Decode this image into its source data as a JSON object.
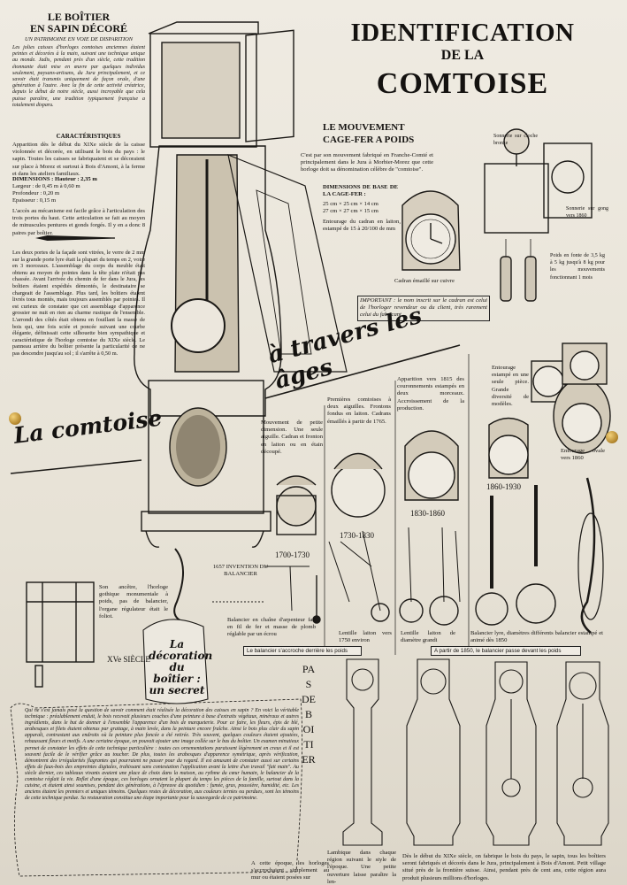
{
  "poster": {
    "main_title": {
      "line1": "IDENTIFICATION",
      "line2": "DE LA",
      "line3": "COMTOISE"
    },
    "boitier": {
      "title1": "LE BOÎTIER",
      "title2": "EN SAPIN DÉCORÉ",
      "subtitle": "UN PATRIMOINE EN VOIE DE DISPARITION",
      "intro": "Les jolies caisses d'horloges comtoises anciennes étaient peintes et décorées à la main, suivant une technique unique au monde. Jadis, pendant près d'un siècle, cette tradition étonnante était mise en œuvre par quelques individus seulement, paysans-artisans, du Jura principalement, et ce savoir était transmis uniquement de façon orale, d'une génération à l'autre. Avec la fin de cette activité créatrice, depuis le début de notre siècle, aussi incroyable que cela puisse paraître, une tradition typiquement française a totalement disparu.",
      "caract_title": "CARACTÉRISTIQUES",
      "caract_text": "Apparition dès le début du XIXe siècle de la caisse violonnée et décorée, en utilisant le bois du pays : le sapin. Toutes les caisses se fabriquaient et se décoraient sur place à Morez et surtout à Bois d'Amont, à la ferme et dans les ateliers familiaux.",
      "dimensions": "DIMENSIONS : Hauteur : 2,35 m",
      "largeur": "Largeur : de 0,45 m à 0,60 m",
      "profondeur": "Profondeur : 0,20 m",
      "epaisseur": "Epaisseur : 0,15 m",
      "acces": "L'accès au mécanisme est facile grâce à l'articulation des trois portes du haut. Cette articulation se fait au moyen de minuscules pentures et gonds forgés. Il y en a donc 8 paires par boîtier.",
      "faces": "Les deux portes de la façade sont vitrées, le verre de 2 mm sur la grande porte lyre était la plupart du temps en 2, voire en 3 morceaux. L'assemblage du corps du meuble était obtenu au moyen de pointes dans la tête plate n'était pas chassée. Avant l'arrivée du chemin de fer dans le Jura, les boîtiers étaient expédiés démontés, le destinataire se chargeait de l'assemblage. Plus tard, les boîtiers étaient livrés tous montés, mais toujours assemblés par pointes. Il est curieux de constater que cet assemblage d'apparence grossier ne nuit en rien au charme rustique de l'ensemble. L'arrondi des côtés était obtenu en fouillant la masse de bois qui, une fois sciée et poncée suivant une courbe élégante, définissait cette silhouette bien sympathique et caractéristique de l'horloge comtoise du XIXe siècle. Le panneau arrière du boîtier présente la particularité de ne pas descendre jusqu'au sol ; il s'arrête à 0,50 m."
    },
    "mouvement": {
      "title1": "LE MOUVEMENT",
      "title2": "CAGE-FER A POIDS",
      "text": "C'est par son mouvement fabriqué en Franche-Comté et principalement dans le Jura à Morbier-Morez que cette horloge doit sa dénomination célèbre de \"comtoise\".",
      "base_title": "DIMENSIONS DE BASE DE LA CAGE-FER :",
      "base1": "25 cm × 25 cm × 14 cm",
      "base2": "27 cm × 27 cm × 15 cm",
      "entourage": "Entourage du cadran en laiton, estampé de 15 à 20/100 de mm",
      "cadran": "Cadran émaillé sur cuivre",
      "important": "IMPORTANT : le nom inscrit sur le cadran est celui de l'horloger revendeur ou du client, très rarement celui du fabricant.",
      "sonnerie_cloche": "Sonnerie sur cloche bronze",
      "sonnerie_gong": "Sonnerie sur gong vers 1860",
      "poids": "Poids en fonte de 3,5 kg à 5 kg jusqu'à 8 kg pour les mouvements fonctionnant 1 mois"
    },
    "ages": {
      "title": "à travers les âges",
      "comtoise": "La comtoise"
    },
    "periods": [
      {
        "label": "1700-1730",
        "text": "Mouvement de petite dimension. Une seule aiguille. Cadran et fronton en laiton ou en étain découpé."
      },
      {
        "label": "1730-1830",
        "text": "Premières comtoises à deux aiguilles. Frontons fondus en laiton. Cadrans émaillés à partir de 1765."
      },
      {
        "label": "1830-1860",
        "text": "Apparition vers 1815 des couronnements estampés en deux morceaux. Accroissement de la production."
      },
      {
        "label": "1860-1930",
        "text": "Entourage estampé en une seule pièce. Grande diversité de modèles."
      }
    ],
    "entourage_ovale": "Entourage ovale vers 1860",
    "xv": {
      "siecle": "XVe SIÈCLE",
      "text": "Son ancêtre, l'horloge gothique monumentale à poids, pas de balancier, l'organe régulateur était le foliot."
    },
    "balancier": {
      "invention": "1657 INVENTION DU BALANCIER",
      "text": "Balancier en chaîne d'arpenteur fait en fil de fer et masse de plomb réglable par un écrou",
      "lentille_laiton": "Lentille laiton vers 1750 environ",
      "lentille_grand": "Lentille laiton de diamètre grandi",
      "lyre": "Balancier lyre, diamètres différents balancier estampé et animé dès 1850",
      "bar1": "Le balancier s'accroche derrière les poids",
      "bar2": "A partir de 1850, le balancier passe devant les poids"
    },
    "decoration": {
      "banner1": "La",
      "banner2": "décoration",
      "banner3": "du boîtier :",
      "banner4": "un secret",
      "text": "Qui ne s'est jamais posé la question de savoir comment était réalisée la décoration des caisses en sapin ? En voici la véritable technique : préalablement enduit, le bois recevait plusieurs couches d'une peinture à base d'extraits végétaux, minéraux et autres ingrédients, dans le but de donner à l'ensemble l'apparence d'un bois de marqueterie. Pour ce faire, les fleurs, épis de blé, arabesques et filets étaient obtenus par grattage, à main levée, dans la peinture encore fraîche. Ainsi le bois plus clair du sapin apparaît, contrastant aux endroits où la peinture plus foncée a été retirée. Très souvent, quelques couleurs étaient ajoutées, rehaussant fleurs et motifs. A une certaine époque, on pouvait ajouter une image collée sur le bas du boîtier. Un examen minutieux permet de constater les effets de cette technique particulière : toutes ces ornementations paraissent légèrement en creux et il est souvent facile de le vérifier grâce au toucher. De plus, toutes les arabesques d'apparence symétrique, après vérification, démontrent des irrégularités flagrantes qui pourraient ne passer pour du regard. Il est amusant de constater aussi sur certains effets de faux-bois des empreintes digitales, trahissant sans contestation l'application avant la lettre d'un travail \"fait main\". Au siècle dernier, ces tableaux vivants avaient une place de choix dans la maison, au rythme du cœur humain, le balancier de la comtoise réglait la vie. Reflet d'une époque, ces horloges ornaient la plupart du temps les pièces de la famille, surtout dans la cuisine, et étaient ainsi soumises, pendant des générations, à l'épreuve du quotidien : fumée, gras, poussière, humidité, etc. Les anciens étaient les premiers et uniques témoins. Quelques restes de décoration, aux couleurs ternies ou perdues, sont les témoins de cette technique perdue. Sa restauration constitue une étape importante pour la sauvegarde de ce patrimoine."
    },
    "pas_de_boitier": "PAS DE BOITIER",
    "bottom": {
      "col1": "A cette époque, les horloges s'accrochaient simplement au mur ou étaient posées sur",
      "col2": "Lambique dans chaque région suivant le style de l'époque. Une petite ouverture laisse paraître la len-",
      "col3": "Dès le début du XIXe siècle, on fabrique le bois du pays, le sapin, tous les boîtiers seront fabriqués et décorés dans le Jura, principalement à Bois d'Amont. Petit village situé près de la frontière suisse. Ainsi, pendant près de cent ans, cette région aura produit plusieurs millions d'horloges."
    },
    "colors": {
      "paper": "#e9e5db",
      "ink": "#141210",
      "pin_gold": "#c89a3a"
    }
  }
}
